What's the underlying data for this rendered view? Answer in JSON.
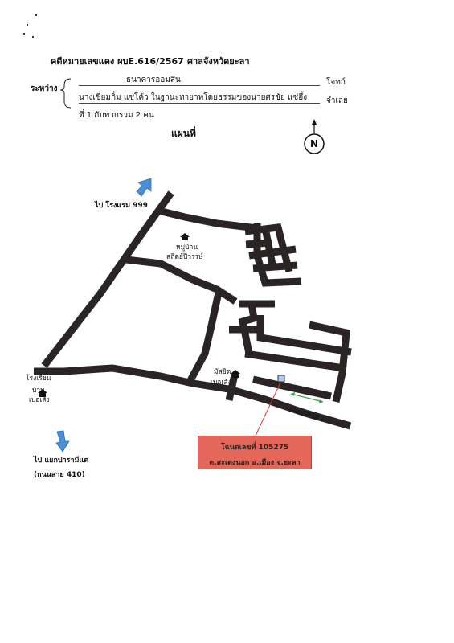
{
  "header": {
    "case_no": "คดีหมายเลขแดง ผบE.616/2567",
    "court": "ศาลจังหวัดยะลา",
    "between": "ระหว่าง",
    "plaintiff": "ธนาคารออมสิน",
    "plaintiff_role": "โจทก์",
    "defendant": "นางเชี่ยมกิ้ม แซ่โค้ว ในฐานะทายาทโดยธรรมของนายศรชัย แซ่อึ้ง",
    "defendant_role": "จำเลย",
    "defendant_suffix": "ที่ 1 กับพวกรวม 2 คน",
    "map_title": "แผนที่"
  },
  "compass": {
    "letter": "N"
  },
  "labels": {
    "hotel": "ไป โรงแรม 999",
    "village_line1": "หมู่บ้าน",
    "village_line2": "สถิตย์ปีวรรษ์",
    "school_line1": "โรงเรียน",
    "school_line2": "บ้าน",
    "school_line3": "เบอเส้ง",
    "mosque_line1": "มัสยิด",
    "mosque_line2": "เบอเส้ง",
    "road": "ถนนกัศวัด 1",
    "junction_line1": "ไป แยกปารามีแต",
    "junction_line2": "(ถนนสาย 410)"
  },
  "deed": {
    "line1": "โฉนดเลขที่  105275",
    "line2": "ต.สะเตงนอก อ.เมือง  จ.ยะลา"
  },
  "colors": {
    "road": "#2a2424",
    "deed_box": "#e4675a",
    "arrow": "#4a8fd8",
    "road_marker": "#3aa23a"
  }
}
